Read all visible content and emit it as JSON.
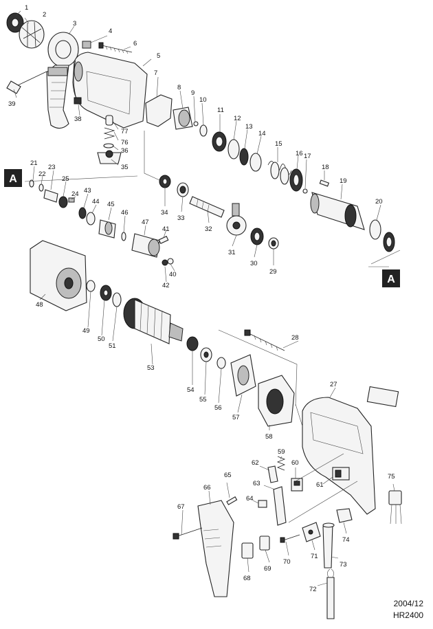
{
  "labels": {
    "p1": "1",
    "p2": "2",
    "p3": "3",
    "p4": "4",
    "p5": "5",
    "p6": "6",
    "p7": "7",
    "p8": "8",
    "p9": "9",
    "p10": "10",
    "p11": "11",
    "p12": "12",
    "p13": "13",
    "p14": "14",
    "p15": "15",
    "p16": "16",
    "p17": "17",
    "p18": "18",
    "p19": "19",
    "p20": "20",
    "p21": "21",
    "p22": "22",
    "p23": "23",
    "p24": "24",
    "p25": "25",
    "p27": "27",
    "p28": "28",
    "p29": "29",
    "p30": "30",
    "p31": "31",
    "p32": "32",
    "p33": "33",
    "p34": "34",
    "p35": "35",
    "p36": "36",
    "p38": "38",
    "p39": "39",
    "p40": "40",
    "p41": "41",
    "p42": "42",
    "p43": "43",
    "p44": "44",
    "p45": "45",
    "p46": "46",
    "p47": "47",
    "p48": "48",
    "p49": "49",
    "p50": "50",
    "p51": "51",
    "p53": "53",
    "p54": "54",
    "p55": "55",
    "p56": "56",
    "p57": "57",
    "p58": "58",
    "p59": "59",
    "p60": "60",
    "p61": "61",
    "p62": "62",
    "p63": "63",
    "p64": "64",
    "p65": "65",
    "p66": "66",
    "p67": "67",
    "p68": "68",
    "p69": "69",
    "p70": "70",
    "p71": "71",
    "p72": "72",
    "p73": "73",
    "p74": "74",
    "p75": "75",
    "p76": "76",
    "p77": "77"
  },
  "markers": {
    "a_left": "A",
    "a_right": "A"
  },
  "footer": {
    "date": "2004/12",
    "model": "HR2400"
  }
}
